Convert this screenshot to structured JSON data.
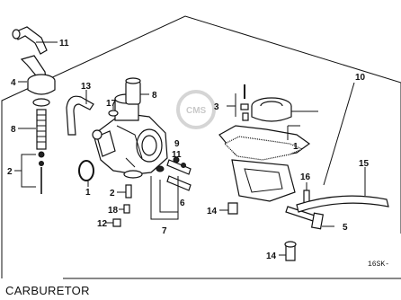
{
  "diagram": {
    "title": "CARBURETOR",
    "code": "16SK-",
    "watermark": "CMS",
    "callouts": [
      {
        "id": "c11a",
        "text": "11"
      },
      {
        "id": "c4",
        "text": "4"
      },
      {
        "id": "c8a",
        "text": "8"
      },
      {
        "id": "c2a",
        "text": "2"
      },
      {
        "id": "c13",
        "text": "13"
      },
      {
        "id": "c17",
        "text": "17"
      },
      {
        "id": "c8b",
        "text": "8"
      },
      {
        "id": "c1a",
        "text": "1"
      },
      {
        "id": "c2b",
        "text": "2"
      },
      {
        "id": "c18",
        "text": "18"
      },
      {
        "id": "c12",
        "text": "12"
      },
      {
        "id": "c9",
        "text": "9"
      },
      {
        "id": "c11b",
        "text": "11"
      },
      {
        "id": "c6",
        "text": "6"
      },
      {
        "id": "c7",
        "text": "7"
      },
      {
        "id": "c3",
        "text": "3"
      },
      {
        "id": "c10",
        "text": "10"
      },
      {
        "id": "c1b",
        "text": "1"
      },
      {
        "id": "c16",
        "text": "16"
      },
      {
        "id": "c14a",
        "text": "14"
      },
      {
        "id": "c15",
        "text": "15"
      },
      {
        "id": "c5",
        "text": "5"
      },
      {
        "id": "c14b",
        "text": "14"
      }
    ]
  }
}
